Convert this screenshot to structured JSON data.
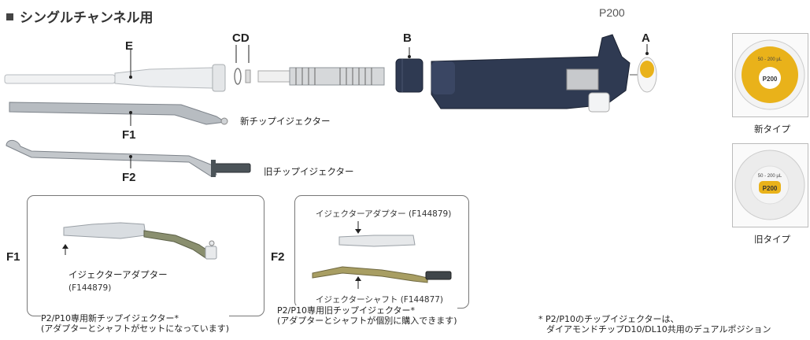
{
  "header": {
    "title": "シングルチャンネル用",
    "model": "P200"
  },
  "parts": {
    "A": "A",
    "B": "B",
    "CD": "CD",
    "E": "E",
    "F1": "F1",
    "F2": "F2"
  },
  "captions": {
    "new_ejector": "新チップイジェクター",
    "old_ejector": "旧チップイジェクター"
  },
  "thumbs": {
    "new": {
      "label": "新タイプ",
      "print": "P200",
      "ring": "50 - 200 µL"
    },
    "old": {
      "label": "旧タイプ",
      "print": "P200",
      "ring": "50 - 200 µL"
    }
  },
  "box_f1": {
    "label": "F1",
    "adapter_label": "イジェクターアダプター",
    "adapter_code": "(F144879)",
    "footer_line1": "P2/P10専用新チップイジェクター*",
    "footer_line2": "(アダプターとシャフトがセットになっています)"
  },
  "box_f2": {
    "label": "F2",
    "adapter_label": "イジェクターアダプター (F144879)",
    "shaft_label": "イジェクターシャフト (F144877)",
    "footer_line1": "P2/P10専用旧チップイジェクター*",
    "footer_line2": "(アダプターとシャフトが個別に購入できます)"
  },
  "footnote": {
    "line1": "* P2/P10のチップイジェクターは、",
    "line2": "ダイアモンドチップD10/DL10共用のデュアルポジション"
  },
  "colors": {
    "body": "#2f3a52",
    "cap": "#e9b21a",
    "plunger_white": "#eef0f2",
    "metal": "#9aa0a6"
  }
}
